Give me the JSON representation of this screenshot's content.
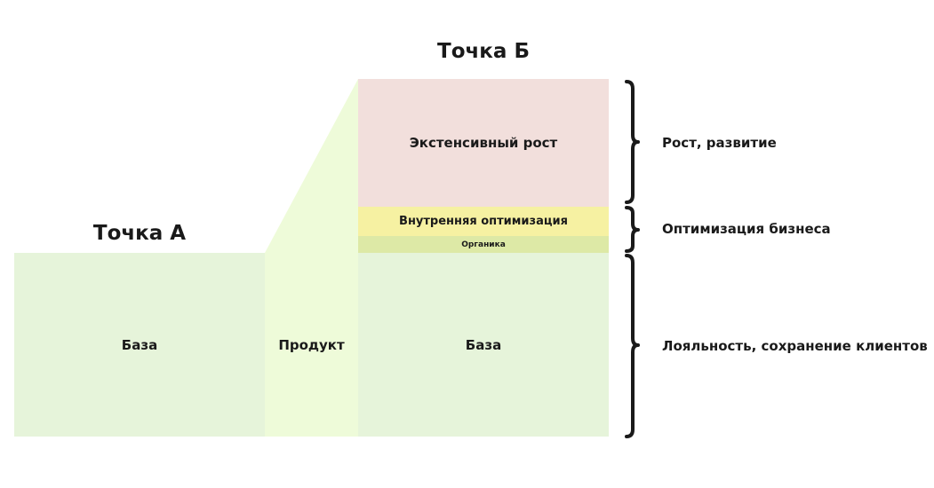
{
  "titles": {
    "point_a": "Точка А",
    "point_b": "Точка Б"
  },
  "blocks": {
    "base_left": "База",
    "product": "Продукт",
    "extensive_growth": "Экстенсивный рост",
    "internal_optimization": "Внутренняя оптимизация",
    "organic": "Органика",
    "base_right": "База"
  },
  "side_labels": {
    "growth": "Рост, развитие",
    "optimization": "Оптимизация бизнеса",
    "loyalty": "Лояльность, сохранение клиентов"
  },
  "colors": {
    "base": "#e6f4da",
    "product": "#eefbd9",
    "extensive_growth": "#f2dfdc",
    "internal_optimization": "#f6f1a2",
    "organic": "#dde9a6",
    "brace": "#1a1a1a"
  }
}
